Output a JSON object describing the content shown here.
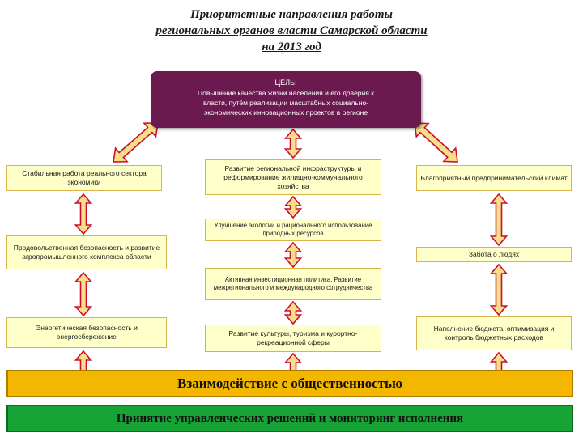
{
  "title": {
    "line1": "Приоритетные направления работы",
    "line2": "региональных органов власти Самарской области",
    "line3": "на 2013 год"
  },
  "goal": {
    "label": "ЦЕЛЬ:",
    "line1": "Повышение качества жизни населения и его доверия к",
    "line2": "власти, путём реализации масштабных социально-",
    "line3": "экономических инновационных проектов в регионе"
  },
  "left_column": [
    {
      "text": "Стабильная работа реального сектора экономики"
    },
    {
      "text": "Продовольственная безопасность и развитие агропромышленного комплекса области"
    },
    {
      "text": "Энергетическая безопасность и энергосбережение"
    }
  ],
  "center_column": [
    {
      "text": "Развитие региональной инфраструктуры и реформирование жилищно-коммунального хозяйства"
    },
    {
      "text": "Улучшение экологии и рационального использование природных ресурсов"
    },
    {
      "text": "Активная инвестиционная политика. Развитие межрегионального и международного сотрудничества"
    },
    {
      "text": "Развитие культуры, туризма и курортно-рекреационной сферы"
    }
  ],
  "right_column": [
    {
      "text": "Благоприятный предпринимательский климат"
    },
    {
      "text": "Забота о людях"
    },
    {
      "text": "Наполнение бюджета, оптимизация и контроль бюджетных расходов"
    }
  ],
  "bands": {
    "public": "Взаимодействие с общественностью",
    "decisions": "Принятие управленческих решений и мониторинг исполнения"
  },
  "colors": {
    "goal_fill": "#6b1a4f",
    "box_fill": "#ffffc9",
    "arrow_fill": "#f7df8a",
    "arrow_stroke": "#c8102e",
    "band_orange": "#f3b700",
    "band_green": "#17a335"
  }
}
